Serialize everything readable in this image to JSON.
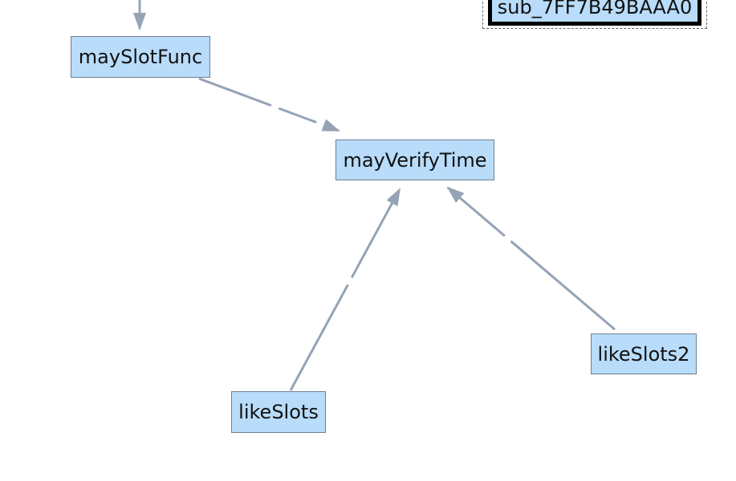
{
  "graph": {
    "nodes": {
      "may_slot_func": "maySlotFunc",
      "may_verify_time": "mayVerifyTime",
      "like_slots": "likeSlots",
      "like_slots_2": "likeSlots2",
      "selected_sub": "sub_7FF7B49BAAA0"
    },
    "edges": [
      {
        "from": "maySlotFunc",
        "to": "mayVerifyTime"
      },
      {
        "from": "likeSlots",
        "to": "mayVerifyTime"
      },
      {
        "from": "likeSlots2",
        "to": "mayVerifyTime"
      }
    ],
    "colors": {
      "node_fill": "#b8dcfa",
      "node_border": "#6f7f92",
      "edge": "#95a3b5",
      "selected_border": "#000000"
    }
  }
}
